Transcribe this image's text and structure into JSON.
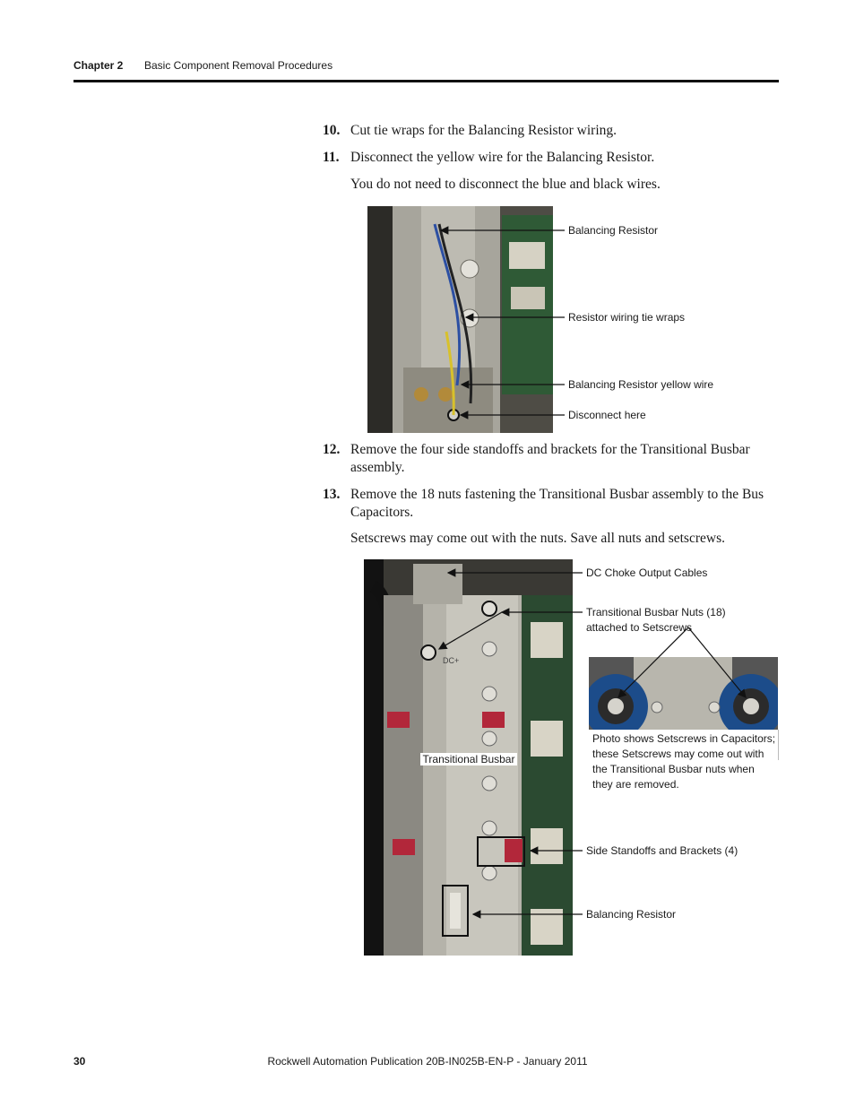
{
  "header": {
    "chapter": "Chapter 2",
    "title": "Basic Component Removal Procedures"
  },
  "steps": [
    {
      "num": "10.",
      "text": "Cut tie wraps for the Balancing Resistor wiring."
    },
    {
      "num": "11.",
      "text": "Disconnect the yellow wire for the Balancing Resistor."
    },
    {
      "num": "12.",
      "text": "Remove the four side standoffs and brackets for the Transitional Busbar assembly."
    },
    {
      "num": "13.",
      "text": "Remove the 18 nuts fastening the Transitional Busbar assembly to the Bus Capacitors."
    }
  ],
  "notes": {
    "step11": "You do not need to disconnect the blue and black wires.",
    "step13": "Setscrews may come out with the nuts. Save all nuts and setscrews."
  },
  "figure1": {
    "callouts": [
      "Balancing Resistor",
      "Resistor wiring tie wraps",
      "Balancing Resistor yellow wire",
      "Disconnect here"
    ]
  },
  "figure2": {
    "callouts": [
      "DC Choke Output Cables",
      "Transitional Busbar Nuts (18)",
      "attached to Setscrews",
      "Side Standoffs and Brackets (4)",
      "Balancing Resistor"
    ],
    "busbar_label": "Transitional Busbar",
    "inset_caption": "Photo shows Setscrews in Capacitors; these Setscrews may come out with the Transitional Busbar nuts when they are removed.",
    "dc_marking": "DC+"
  },
  "footer": {
    "page_number": "30",
    "publication": "Rockwell Automation Publication 20B-IN025B-EN-P - January 2011"
  }
}
